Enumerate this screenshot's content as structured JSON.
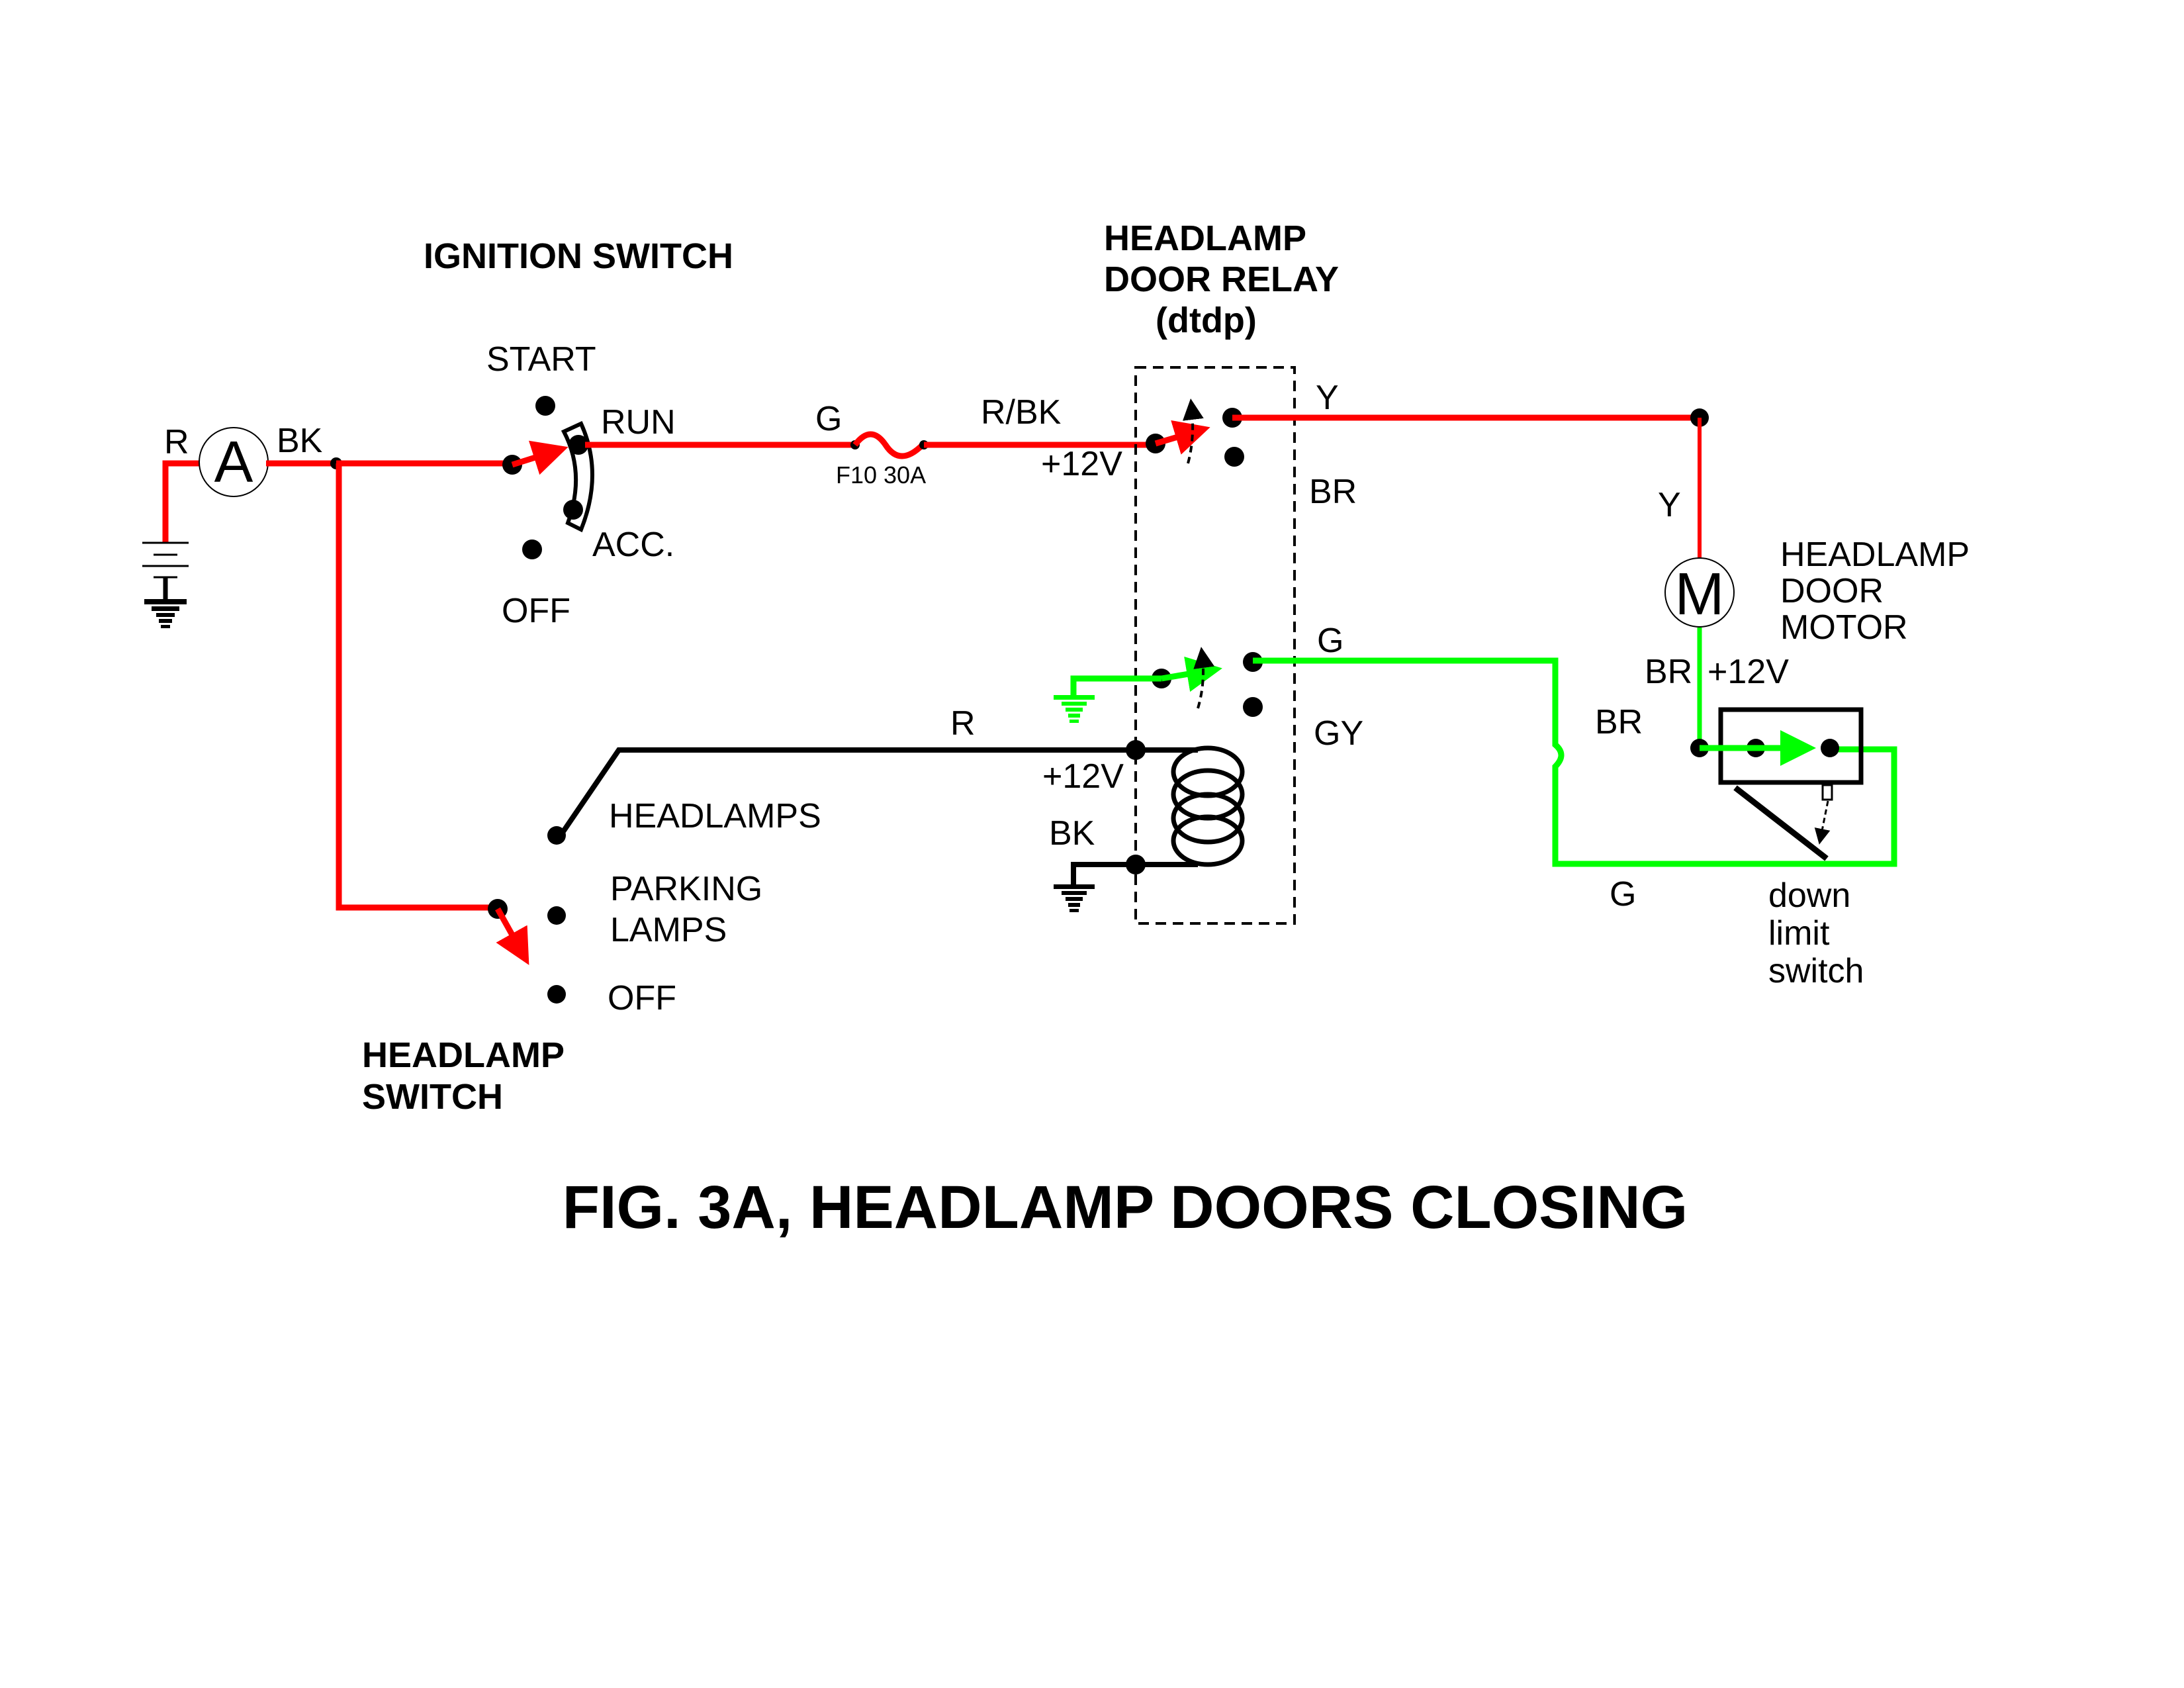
{
  "figure": {
    "title": "FIG. 3A, HEADLAMP DOORS CLOSING"
  },
  "colors": {
    "active_power": "#ff0000",
    "active_ground": "#00ff00",
    "inactive": "#000000"
  },
  "components": {
    "ammeter": {
      "symbol": "A",
      "wire_in": "R",
      "wire_out": "BK"
    },
    "ignition_switch": {
      "title": "IGNITION SWITCH",
      "positions": [
        "START",
        "RUN",
        "ACC.",
        "OFF"
      ],
      "selected": "RUN"
    },
    "fuse": {
      "wire_in": "G",
      "label": "F10 30A",
      "wire_out": "R/BK"
    },
    "relay": {
      "title_line1": "HEADLAMP",
      "title_line2": "DOOR RELAY",
      "title_line3": "(dtdp)",
      "upper_contact": {
        "input_label": "+12V",
        "out_no": "Y",
        "out_nc": "BR"
      },
      "lower_contact": {
        "out_no": "G",
        "out_nc": "GY"
      },
      "coil": {
        "wire_in": "R",
        "in_label": "+12V",
        "wire_gnd": "BK"
      }
    },
    "motor": {
      "symbol": "M",
      "title_line1": "HEADLAMP",
      "title_line2": "DOOR",
      "title_line3": "MOTOR",
      "wire_top": "Y",
      "wire_bottom": "BR",
      "bottom_label": "+12V"
    },
    "limit_switch": {
      "wire_in": "BR",
      "wire_return": "G",
      "label_line1": "down",
      "label_line2": "limit",
      "label_line3": "switch"
    },
    "headlamp_switch": {
      "title_line1": "HEADLAMP",
      "title_line2": "SWITCH",
      "positions": [
        "HEADLAMPS",
        "PARKING",
        "LAMPS",
        "OFF"
      ],
      "selected": "OFF"
    }
  }
}
